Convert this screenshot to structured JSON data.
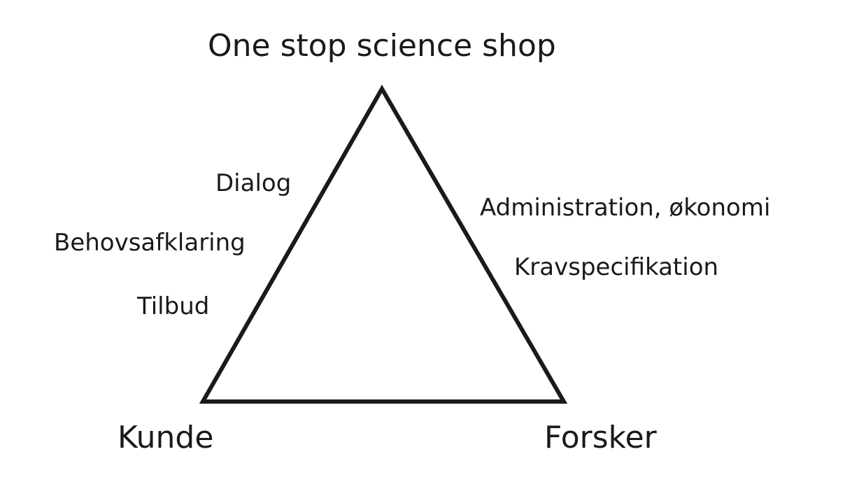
{
  "title": "One stop science shop",
  "vertices": {
    "left": "Kunde",
    "right": "Forsker"
  },
  "left_side_labels": [
    "Dialog",
    "Behovsafklaring",
    "Tilbud"
  ],
  "right_side_labels": [
    "Administration, økonomi",
    "Kravspecifikation"
  ]
}
